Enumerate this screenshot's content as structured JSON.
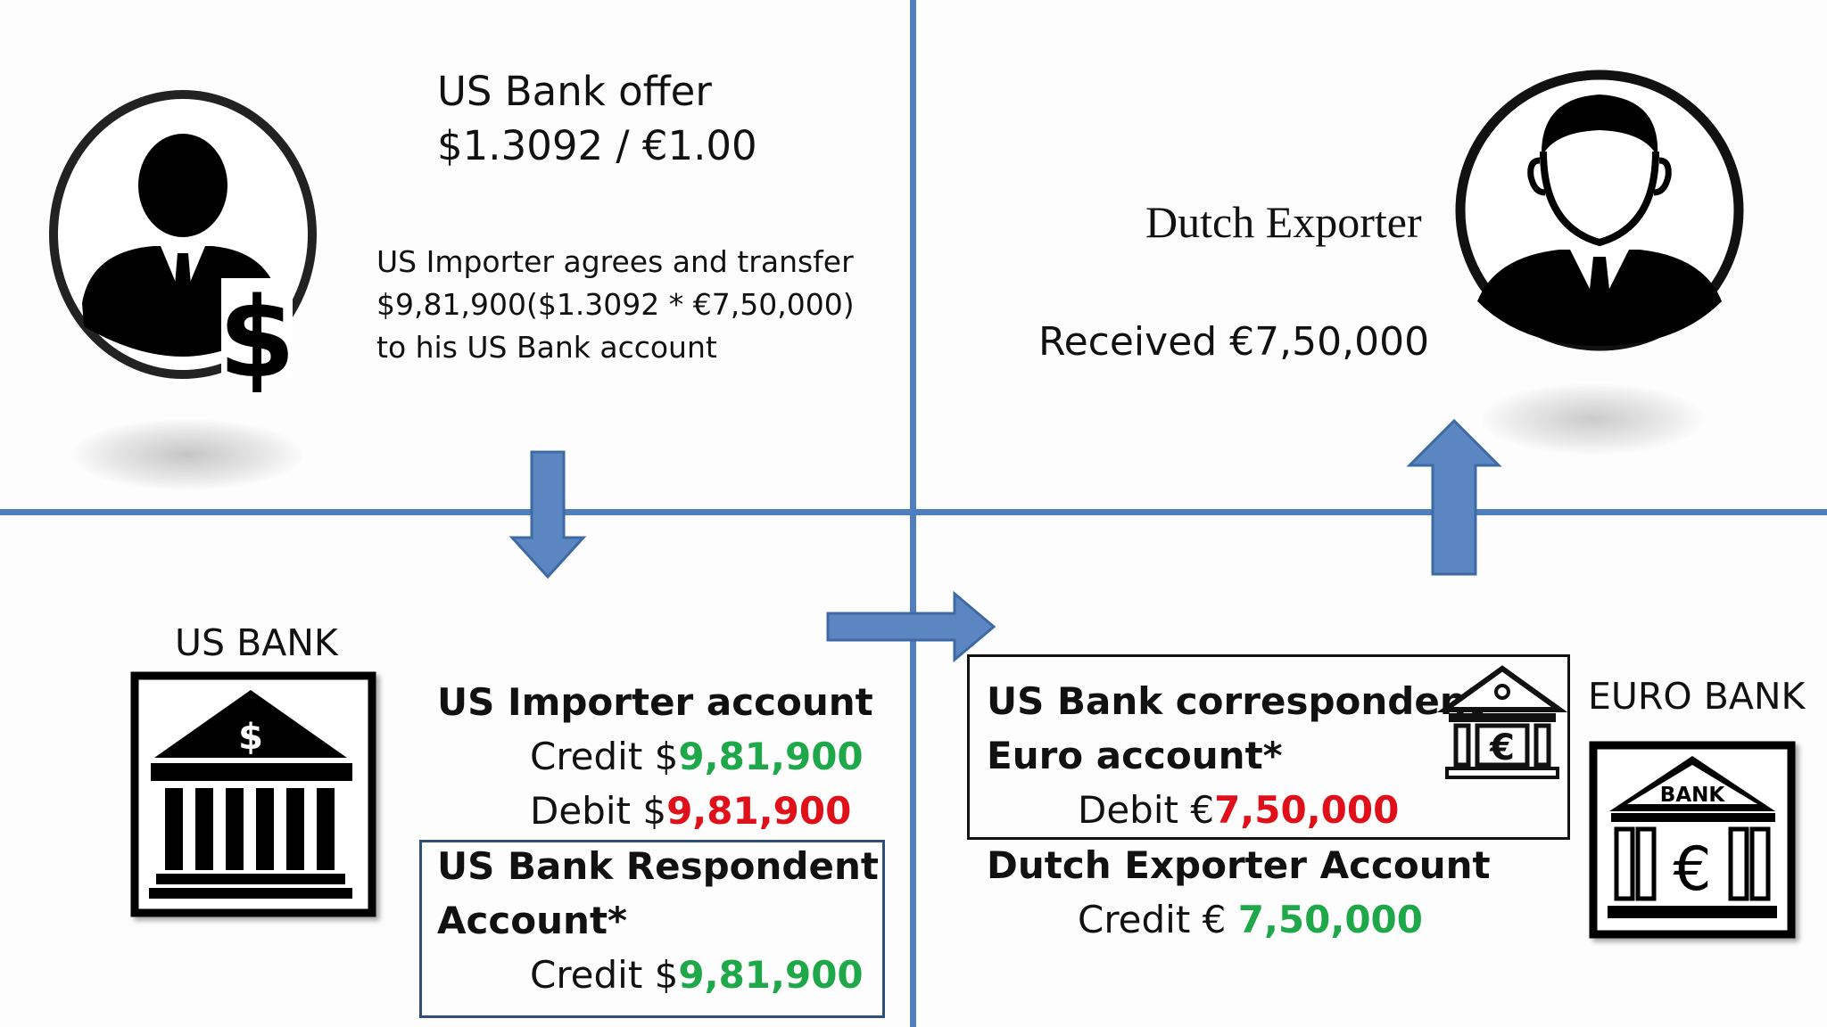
{
  "offer": {
    "line1": "US Bank offer",
    "line2": "$1.3092 / €1.00"
  },
  "importer_note": {
    "line1": "US Importer agrees and transfer",
    "line2": "$9,81,900($1.3092 * €7,50,000)",
    "line3": "to his US Bank account"
  },
  "exporter": {
    "title": "Dutch Exporter",
    "received": "Received  €7,50,000"
  },
  "us_bank": {
    "label": "US BANK",
    "icon_symbol": "$",
    "importer_account": {
      "title": "US Importer account",
      "credit_label": "Credit $",
      "credit_value": "9,81,900",
      "debit_label": "Debit $",
      "debit_value": "9,81,900"
    },
    "respondent_account": {
      "title_line1": "US Bank Respondent",
      "title_line2": "Account*",
      "credit_label": "Credit $",
      "credit_value": "9,81,900"
    }
  },
  "euro_bank": {
    "label": "EURO BANK",
    "icon_text": "BANK",
    "icon_symbol": "€",
    "correspondent_account": {
      "title_line1": "US Bank correspondent",
      "title_line2": "Euro account*",
      "debit_label": "Debit  €",
      "debit_value": "7,50,000"
    },
    "exporter_account": {
      "title": "Dutch Exporter Account",
      "credit_label": "Credit € ",
      "credit_value": "7,50,000"
    }
  },
  "colors": {
    "grid": "#4f7fbc",
    "arrow": "#5b86c2",
    "credit": "#1fa84a",
    "debit": "#e0101a"
  },
  "icons": [
    "importer-person-icon",
    "exporter-person-icon",
    "us-bank-icon",
    "euro-bank-icon",
    "small-euro-bank-icon",
    "down-arrow-icon",
    "right-arrow-icon",
    "up-arrow-icon"
  ]
}
